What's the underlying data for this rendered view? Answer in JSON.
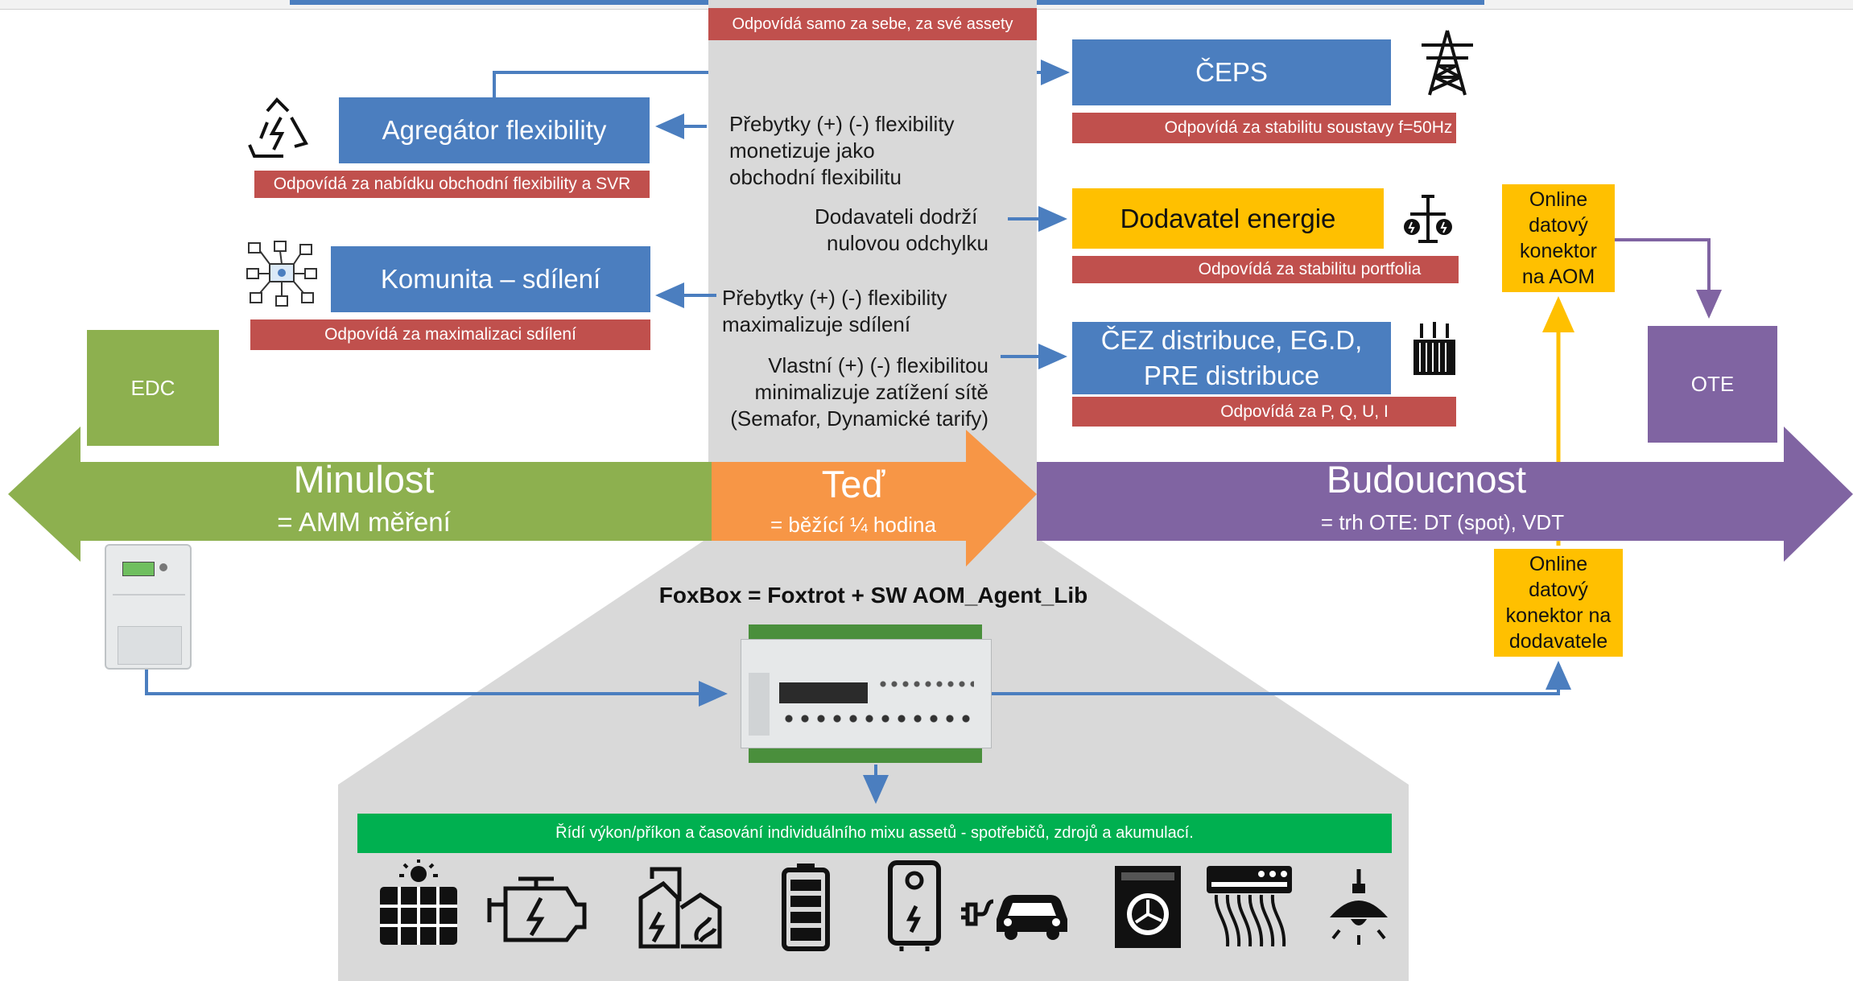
{
  "top_note": "Odpovídá samo za sebe, za své assety",
  "aggregator": {
    "title": "Agregátor flexibility",
    "note": "Odpovídá za nabídku obchodní flexibility a SVR",
    "center_text": [
      "Přebytky (+) (-) flexibility",
      "monetizuje jako",
      "obchodní flexibilitu"
    ]
  },
  "community": {
    "title": "Komunita – sdílení",
    "note": "Odpovídá za maximalizaci sdílení",
    "center_text": [
      "Přebytky (+) (-) flexibility",
      "maximalizuje sdílení"
    ]
  },
  "ceps": {
    "title": "ČEPS",
    "note": "Odpovídá za stabilitu soustavy f=50Hz"
  },
  "supplier": {
    "title": "Dodavatel energie",
    "note": "Odpovídá za stabilitu portfolia",
    "center_text": [
      "Dodavateli dodrží",
      "nulovou odchylku"
    ]
  },
  "distribution": {
    "title_line1": "ČEZ distribuce, EG.D,",
    "title_line2": "PRE distribuce",
    "note": "Odpovídá za P, Q, U, I",
    "center_text": [
      "Vlastní (+) (-) flexibilitou",
      "minimalizuje zatížení sítě",
      "(Semafor, Dynamické tarify)"
    ]
  },
  "edc": "EDC",
  "ote": "OTE",
  "connector_aom": [
    "Online",
    "datový",
    "konektor",
    "na AOM"
  ],
  "connector_supplier": [
    "Online",
    "datový",
    "konektor na",
    "dodavatele"
  ],
  "timeline": {
    "past_title": "Minulost",
    "past_sub": "= AMM měření",
    "now_title": "Teď",
    "now_sub": "= běžící ¼ hodina",
    "future_title": "Budoucnost",
    "future_sub": "= trh OTE:  DT (spot),  VDT"
  },
  "foxbox_title": "FoxBox = Foxtrot + SW AOM_Agent_Lib",
  "green_bar": "Řídí výkon/příkon a časování individuálního mixu assetů - spotřebičů, zdrojů a akumulací.",
  "colors": {
    "blue": "#4b7ebf",
    "red": "#c0504d",
    "yellow": "#ffc000",
    "green": "#8db04f",
    "orange": "#f79646",
    "purple": "#8064a2",
    "gray": "#d9d9d9",
    "bar_green": "#00b050"
  },
  "asset_icons": [
    "solar-panel-icon",
    "engine-icon",
    "factory-icon",
    "battery-icon",
    "water-heater-icon",
    "ev-charging-car-icon",
    "washing-machine-icon",
    "heater-icon",
    "light-bulb-icon"
  ]
}
